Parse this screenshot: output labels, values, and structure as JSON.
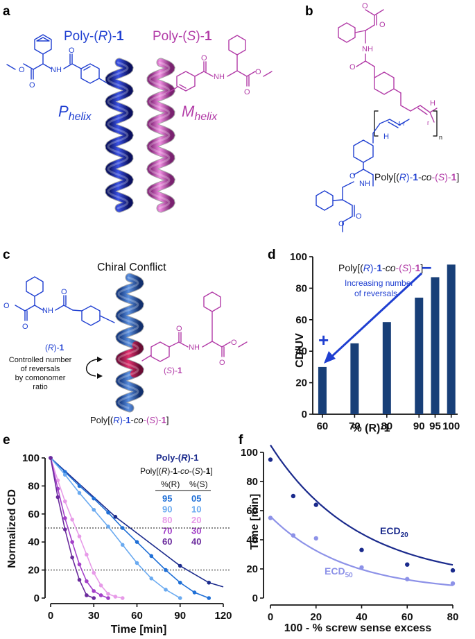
{
  "panel_labels": {
    "a": "a",
    "b": "b",
    "c": "c",
    "d": "d",
    "e": "e",
    "f": "f"
  },
  "panel_a": {
    "poly_r": {
      "prefix": "Poly-(",
      "chir": "R",
      "suffix": ")-",
      "num": "1"
    },
    "poly_s": {
      "prefix": "Poly-(",
      "chir": "S",
      "suffix": ")-",
      "num": "1"
    },
    "p_helix": {
      "main": "P",
      "sub": "helix"
    },
    "m_helix": {
      "main": "M",
      "sub": "helix"
    }
  },
  "panel_b": {
    "poly_label": {
      "a": "Poly[(",
      "b": "R",
      "c": ")-",
      "d": "1",
      "e": "-",
      "f": "co",
      "g": "-(",
      "h": "S",
      "i": ")-",
      "j": "1",
      "k": "]"
    },
    "r_label": "r",
    "one_minus_r": "1-r",
    "n_label": "n",
    "h_label": "H"
  },
  "panel_c": {
    "title": "Chiral Conflict",
    "r1": {
      "a": "(",
      "b": "R",
      "c": ")-",
      "d": "1"
    },
    "s1": {
      "a": "(",
      "b": "S",
      "c": ")-",
      "d": "1"
    },
    "note": [
      "Controlled number",
      "of reversals",
      "by comonomer",
      "ratio"
    ],
    "poly_label": {
      "a": "Poly[(",
      "b": "R",
      "c": ")-",
      "d": "1",
      "e": "-",
      "f": "co",
      "g": "-(",
      "h": "S",
      "i": ")-",
      "j": "1",
      "k": "]"
    }
  },
  "atoms": {
    "O": "O",
    "N": "N",
    "H": "H",
    "NH": "NH"
  },
  "panel_d": {
    "legend": {
      "a": "Poly[(",
      "b": "R",
      "c": ")-",
      "d": "1",
      "e": "-",
      "f": "co",
      "g": "-(",
      "h": "S",
      "i": ")-",
      "j": "1",
      "k": "]"
    },
    "arrow_text": [
      "Increasing number",
      "of reversals"
    ],
    "minus": "–",
    "plus": "+"
  },
  "panel_e": {
    "header_top": {
      "a": "Poly-(",
      "b": "R",
      "c": ")-",
      "d": "1"
    },
    "header_sub": {
      "a": "Poly[(",
      "b": "R",
      "c": ")-",
      "d": "1",
      "e": "-",
      "f": "co",
      "g": "-(",
      "h": "S",
      "i": ")-",
      "j": "1",
      "k": "]"
    },
    "col_r": "%(R)",
    "col_s": "%(S)",
    "rows": [
      {
        "r": "95",
        "s": "05",
        "color": "#1f6fd6"
      },
      {
        "r": "90",
        "s": "10",
        "color": "#6aaaf0"
      },
      {
        "r": "80",
        "s": "20",
        "color": "#e79ae8"
      },
      {
        "r": "70",
        "s": "30",
        "color": "#a340c9"
      },
      {
        "r": "60",
        "s": "40",
        "color": "#6a2a9c"
      }
    ]
  },
  "colors": {
    "blue": "#1f3fd1",
    "magenta": "#b23ba7",
    "bar": "#183f78",
    "navy": "#1a2a8c"
  },
  "chart_data": [
    {
      "type": "bar",
      "xlabel": "% (R)-1",
      "ylabel": "CD/UV",
      "categories": [
        "60",
        "70",
        "80",
        "90",
        "95",
        "100"
      ],
      "x_values": [
        60,
        70,
        80,
        90,
        95,
        100
      ],
      "values": [
        30,
        45,
        58.5,
        74,
        87,
        95
      ],
      "ylim": [
        0,
        100
      ],
      "yticks": [
        0,
        20,
        40,
        60,
        80,
        100
      ]
    },
    {
      "type": "line",
      "xlabel": "Time [min]",
      "ylabel": "Normalized CD",
      "xlim": [
        0,
        120
      ],
      "ylim": [
        0,
        100
      ],
      "xticks": [
        0,
        30,
        60,
        90,
        120
      ],
      "yticks": [
        0,
        20,
        40,
        60,
        80,
        100
      ],
      "reference_lines": [
        50,
        20
      ],
      "series": [
        {
          "name": "Poly-(R)-1",
          "color": "#1a2a8c",
          "x": [
            0,
            45,
            90,
            110
          ],
          "y": [
            100,
            58,
            23,
            11
          ],
          "extend_to": [
            120,
            8
          ]
        },
        {
          "name": "95 / 05",
          "color": "#1f6fd6",
          "x": [
            0,
            10,
            20,
            30,
            40,
            50,
            60,
            70,
            80,
            90,
            100,
            110
          ],
          "y": [
            100,
            90,
            80,
            71,
            61,
            50,
            40,
            30,
            20,
            11,
            4,
            0
          ]
        },
        {
          "name": "90 / 10",
          "color": "#6aaaf0",
          "x": [
            0,
            10,
            20,
            30,
            40,
            50,
            60,
            70,
            80,
            90
          ],
          "y": [
            100,
            88,
            75,
            63,
            51,
            38,
            25,
            14,
            6,
            0
          ]
        },
        {
          "name": "80 / 20",
          "color": "#e79ae8",
          "x": [
            0,
            5,
            10,
            15,
            20,
            25,
            30,
            35,
            40,
            45,
            50
          ],
          "y": [
            100,
            84,
            69,
            56,
            44,
            31,
            18,
            9,
            3,
            1,
            0
          ]
        },
        {
          "name": "70 / 30",
          "color": "#a340c9",
          "x": [
            0,
            5,
            10,
            15,
            20,
            25,
            30,
            35,
            40
          ],
          "y": [
            100,
            78,
            57,
            40,
            24,
            12,
            5,
            2,
            0
          ]
        },
        {
          "name": "60 / 40",
          "color": "#6a2a9c",
          "x": [
            0,
            5,
            10,
            15,
            20,
            25,
            30
          ],
          "y": [
            100,
            72,
            49,
            29,
            13,
            2,
            0
          ]
        }
      ]
    },
    {
      "type": "scatter",
      "xlabel": "100 - % screw sense excess",
      "ylabel": "Time [min]",
      "xlim": [
        0,
        80
      ],
      "ylim": [
        0,
        100
      ],
      "xticks": [
        0,
        20,
        40,
        60,
        80
      ],
      "yticks": [
        0,
        20,
        40,
        60,
        80,
        100
      ],
      "series": [
        {
          "name": "ECD20",
          "label_main": "ECD",
          "label_sub": "20",
          "color": "#1a2a8c",
          "x": [
            0,
            10,
            20,
            40,
            60,
            80
          ],
          "y": [
            95,
            70,
            64,
            33,
            23,
            19
          ],
          "fit": {
            "a": 94,
            "k": 0.026,
            "c": 11
          }
        },
        {
          "name": "ECD50",
          "label_main": "ECD",
          "label_sub": "50",
          "color": "#8d92e8",
          "x": [
            0,
            10,
            20,
            40,
            60,
            80
          ],
          "y": [
            55,
            43,
            41,
            21,
            13,
            10
          ],
          "fit": {
            "a": 52,
            "k": 0.03,
            "c": 4
          }
        }
      ]
    }
  ]
}
